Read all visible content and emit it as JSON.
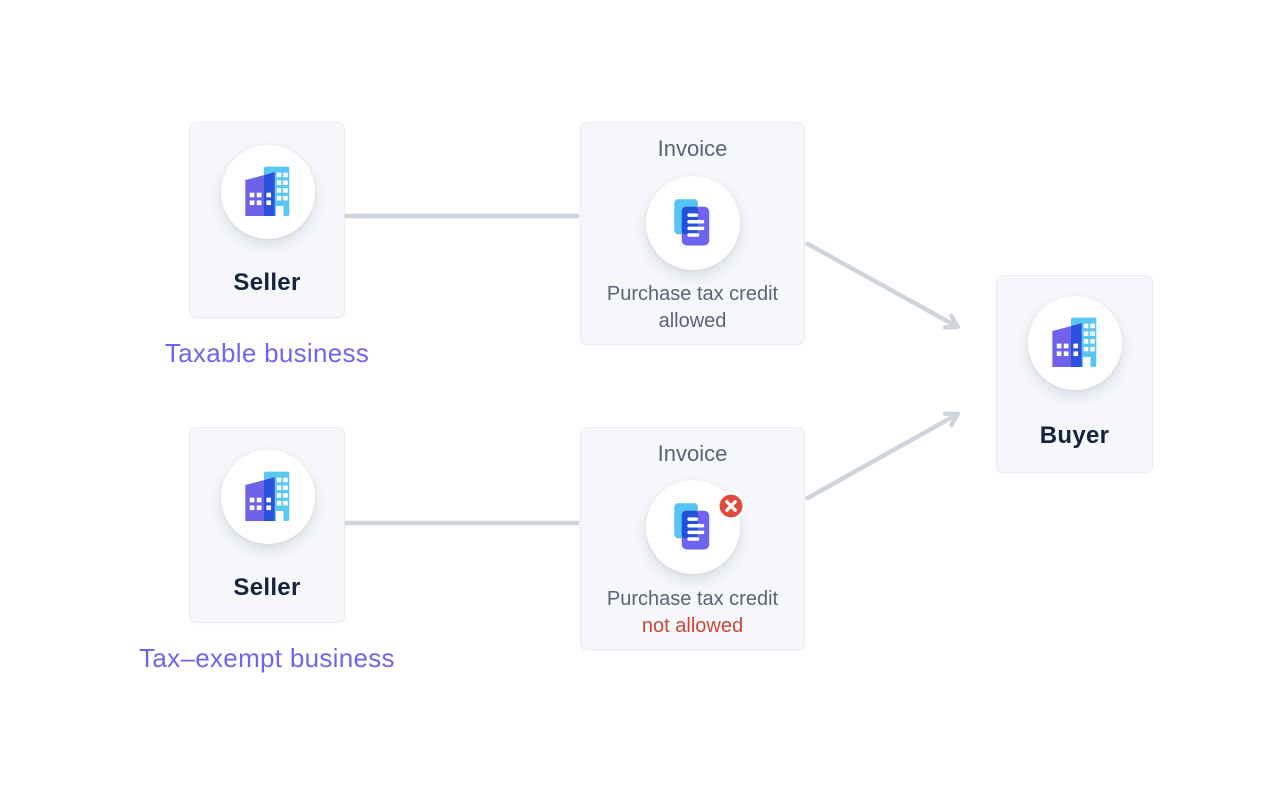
{
  "diagram": {
    "title_hint": "Purchase tax credit flow diagram",
    "top_flow": {
      "seller": {
        "label": "Seller",
        "caption": "Taxable business"
      },
      "invoice": {
        "title": "Invoice",
        "note_line1": "Purchase tax credit",
        "note_line2": "allowed"
      }
    },
    "bottom_flow": {
      "seller": {
        "label": "Seller",
        "caption": "Tax–exempt business"
      },
      "invoice": {
        "title": "Invoice",
        "note_line1": "Purchase tax credit",
        "note_line2": "not allowed"
      }
    },
    "buyer": {
      "label": "Buyer"
    },
    "icons": {
      "entity": "building-icon",
      "invoice": "invoice-document-icon",
      "blocked": "x-circle-badge-icon"
    },
    "colors": {
      "background": "#ffffff",
      "card_bg": "#f5f7fa",
      "card_border": "#e9edf2",
      "connector": "#ced5dd",
      "caption_purple": "#7164f0",
      "entity_text": "#16233e",
      "muted_text": "#5a6477",
      "denied_text": "#c9473a",
      "badge_red": "#e2493f",
      "icon_cyan": "#59c7f2",
      "icon_purple": "#6e63e8",
      "icon_deep_blue": "#2b50dd"
    }
  }
}
